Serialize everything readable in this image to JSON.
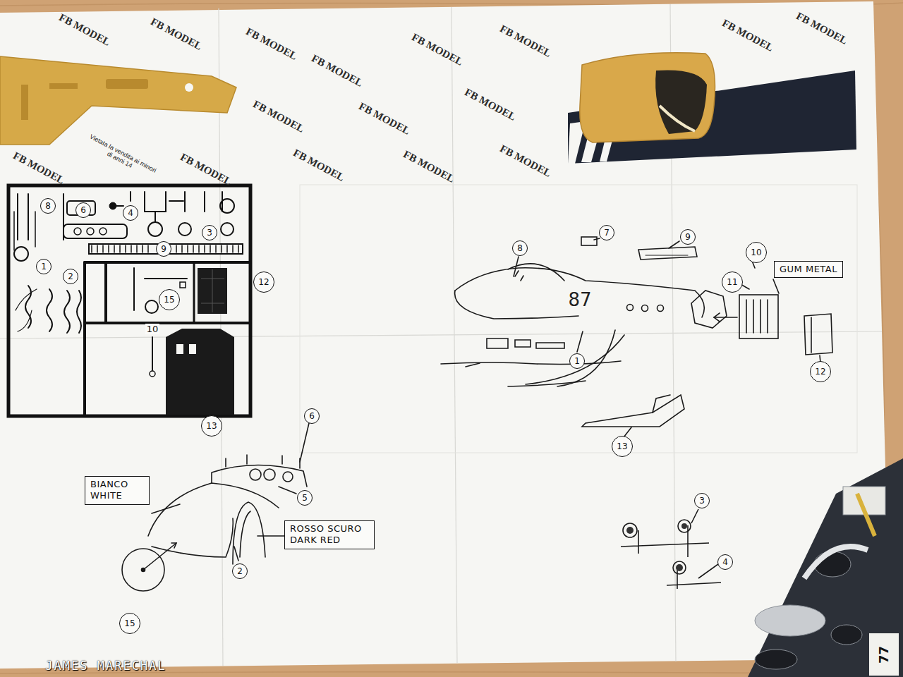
{
  "diagram": {
    "nodes": [
      {
        "text": [
          "GUM METAL"
        ]
      },
      {
        "text": [
          "BIANCO WHITE"
        ]
      },
      {
        "text": [
          "ROSSO SCURO DARK RED"
        ]
      }
    ],
    "labels": [
      "FB MODEL",
      "FB MODEL",
      "FB MODEL",
      "FB MODEL",
      "FB MODEL",
      "FB MODEL",
      "FB MODEL",
      "FB MODEL",
      "FB MODEL",
      "FB MODEL",
      "FB MODEL",
      "FB MODEL",
      "Vietata la vendita ai minori di anni 14",
      "FB MODEL",
      "FB MODEL",
      "FB MODEL",
      "FB MODEL",
      "8",
      "6",
      "4",
      "3",
      "1",
      "9",
      "2",
      "15",
      "12",
      "10",
      "13",
      "8",
      "7",
      "9",
      "10",
      "11",
      "87",
      "1",
      "12",
      "13",
      "6",
      "5",
      "2",
      "15",
      "3",
      "4",
      "77",
      "JAMES MARECHAL"
    ]
  }
}
